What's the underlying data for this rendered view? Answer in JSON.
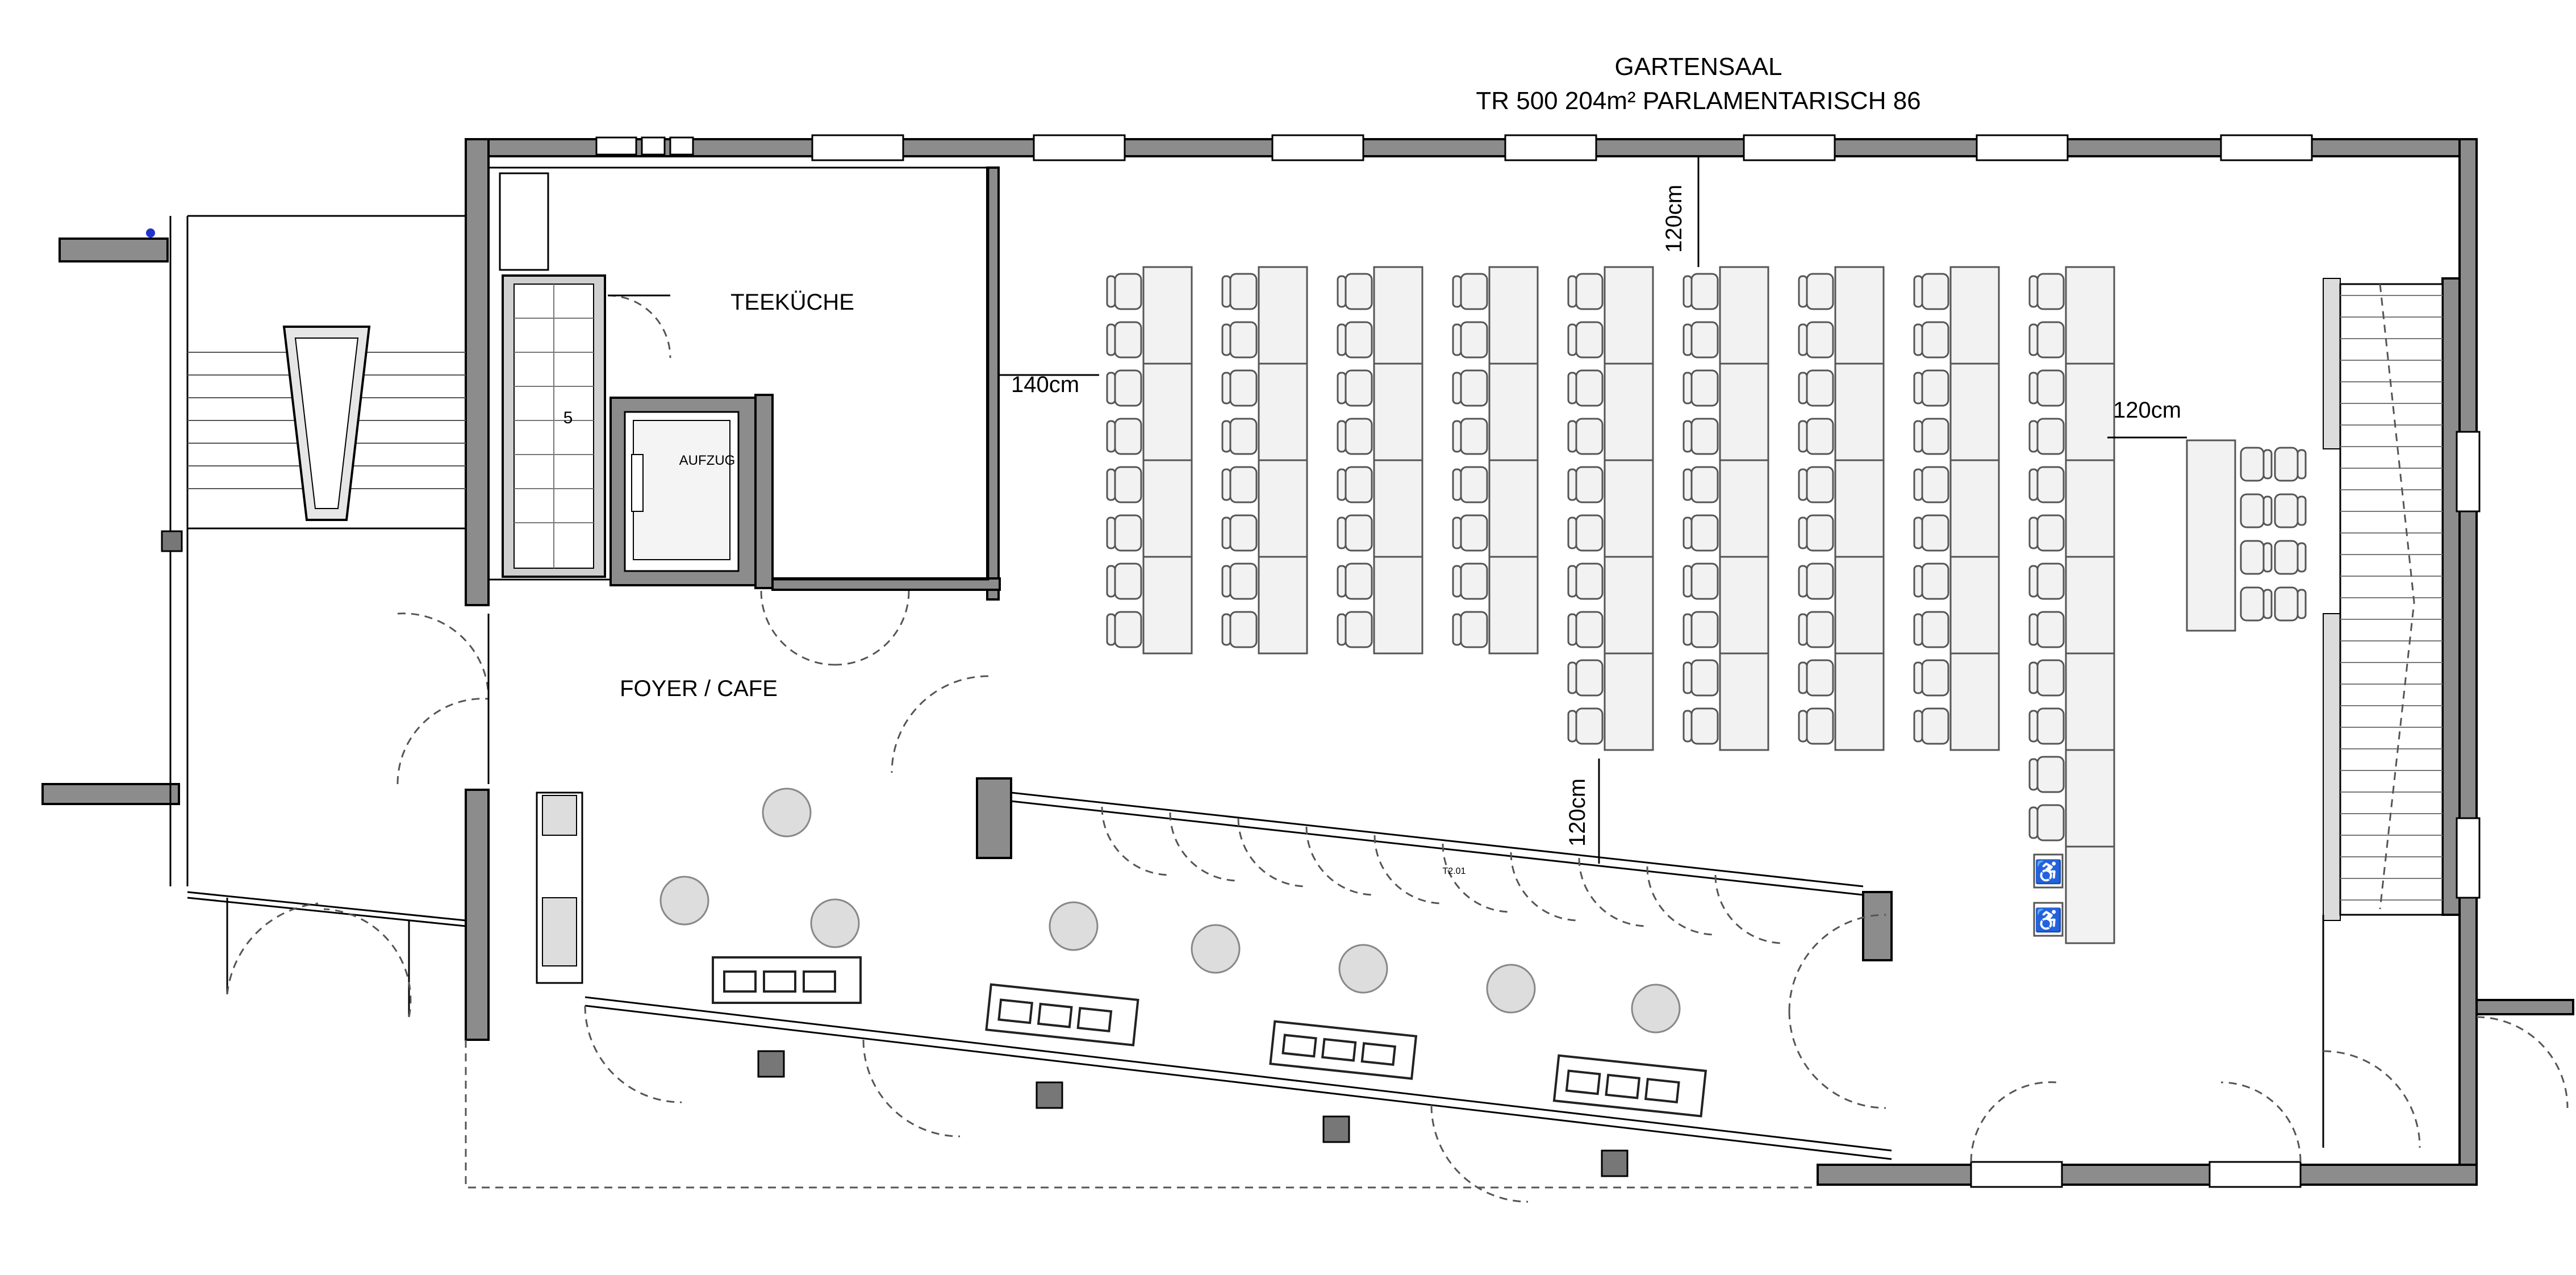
{
  "title": {
    "room": "GARTENSAAL",
    "details": "TR 500 204m²   PARLAMENTARISCH 86"
  },
  "rooms": {
    "kitchen": "TEEKÜCHE",
    "elevator": "AUFZUG",
    "foyer": "FOYER / CAFE",
    "elevator_number": "5"
  },
  "dimensions": {
    "top_gap": "120cm",
    "left_gap": "140cm",
    "right_gap": "120cm",
    "bottom_gap": "120cm"
  },
  "misc": {
    "door_tag": "T2.01"
  },
  "icons": {
    "wheelchair": "wheelchair-icon"
  },
  "seating": {
    "columns": 9,
    "rows_per_column": [
      8,
      8,
      8,
      8,
      10,
      10,
      10,
      10,
      14
    ],
    "wheelchair_places": 2,
    "side_table_seats": 8
  }
}
